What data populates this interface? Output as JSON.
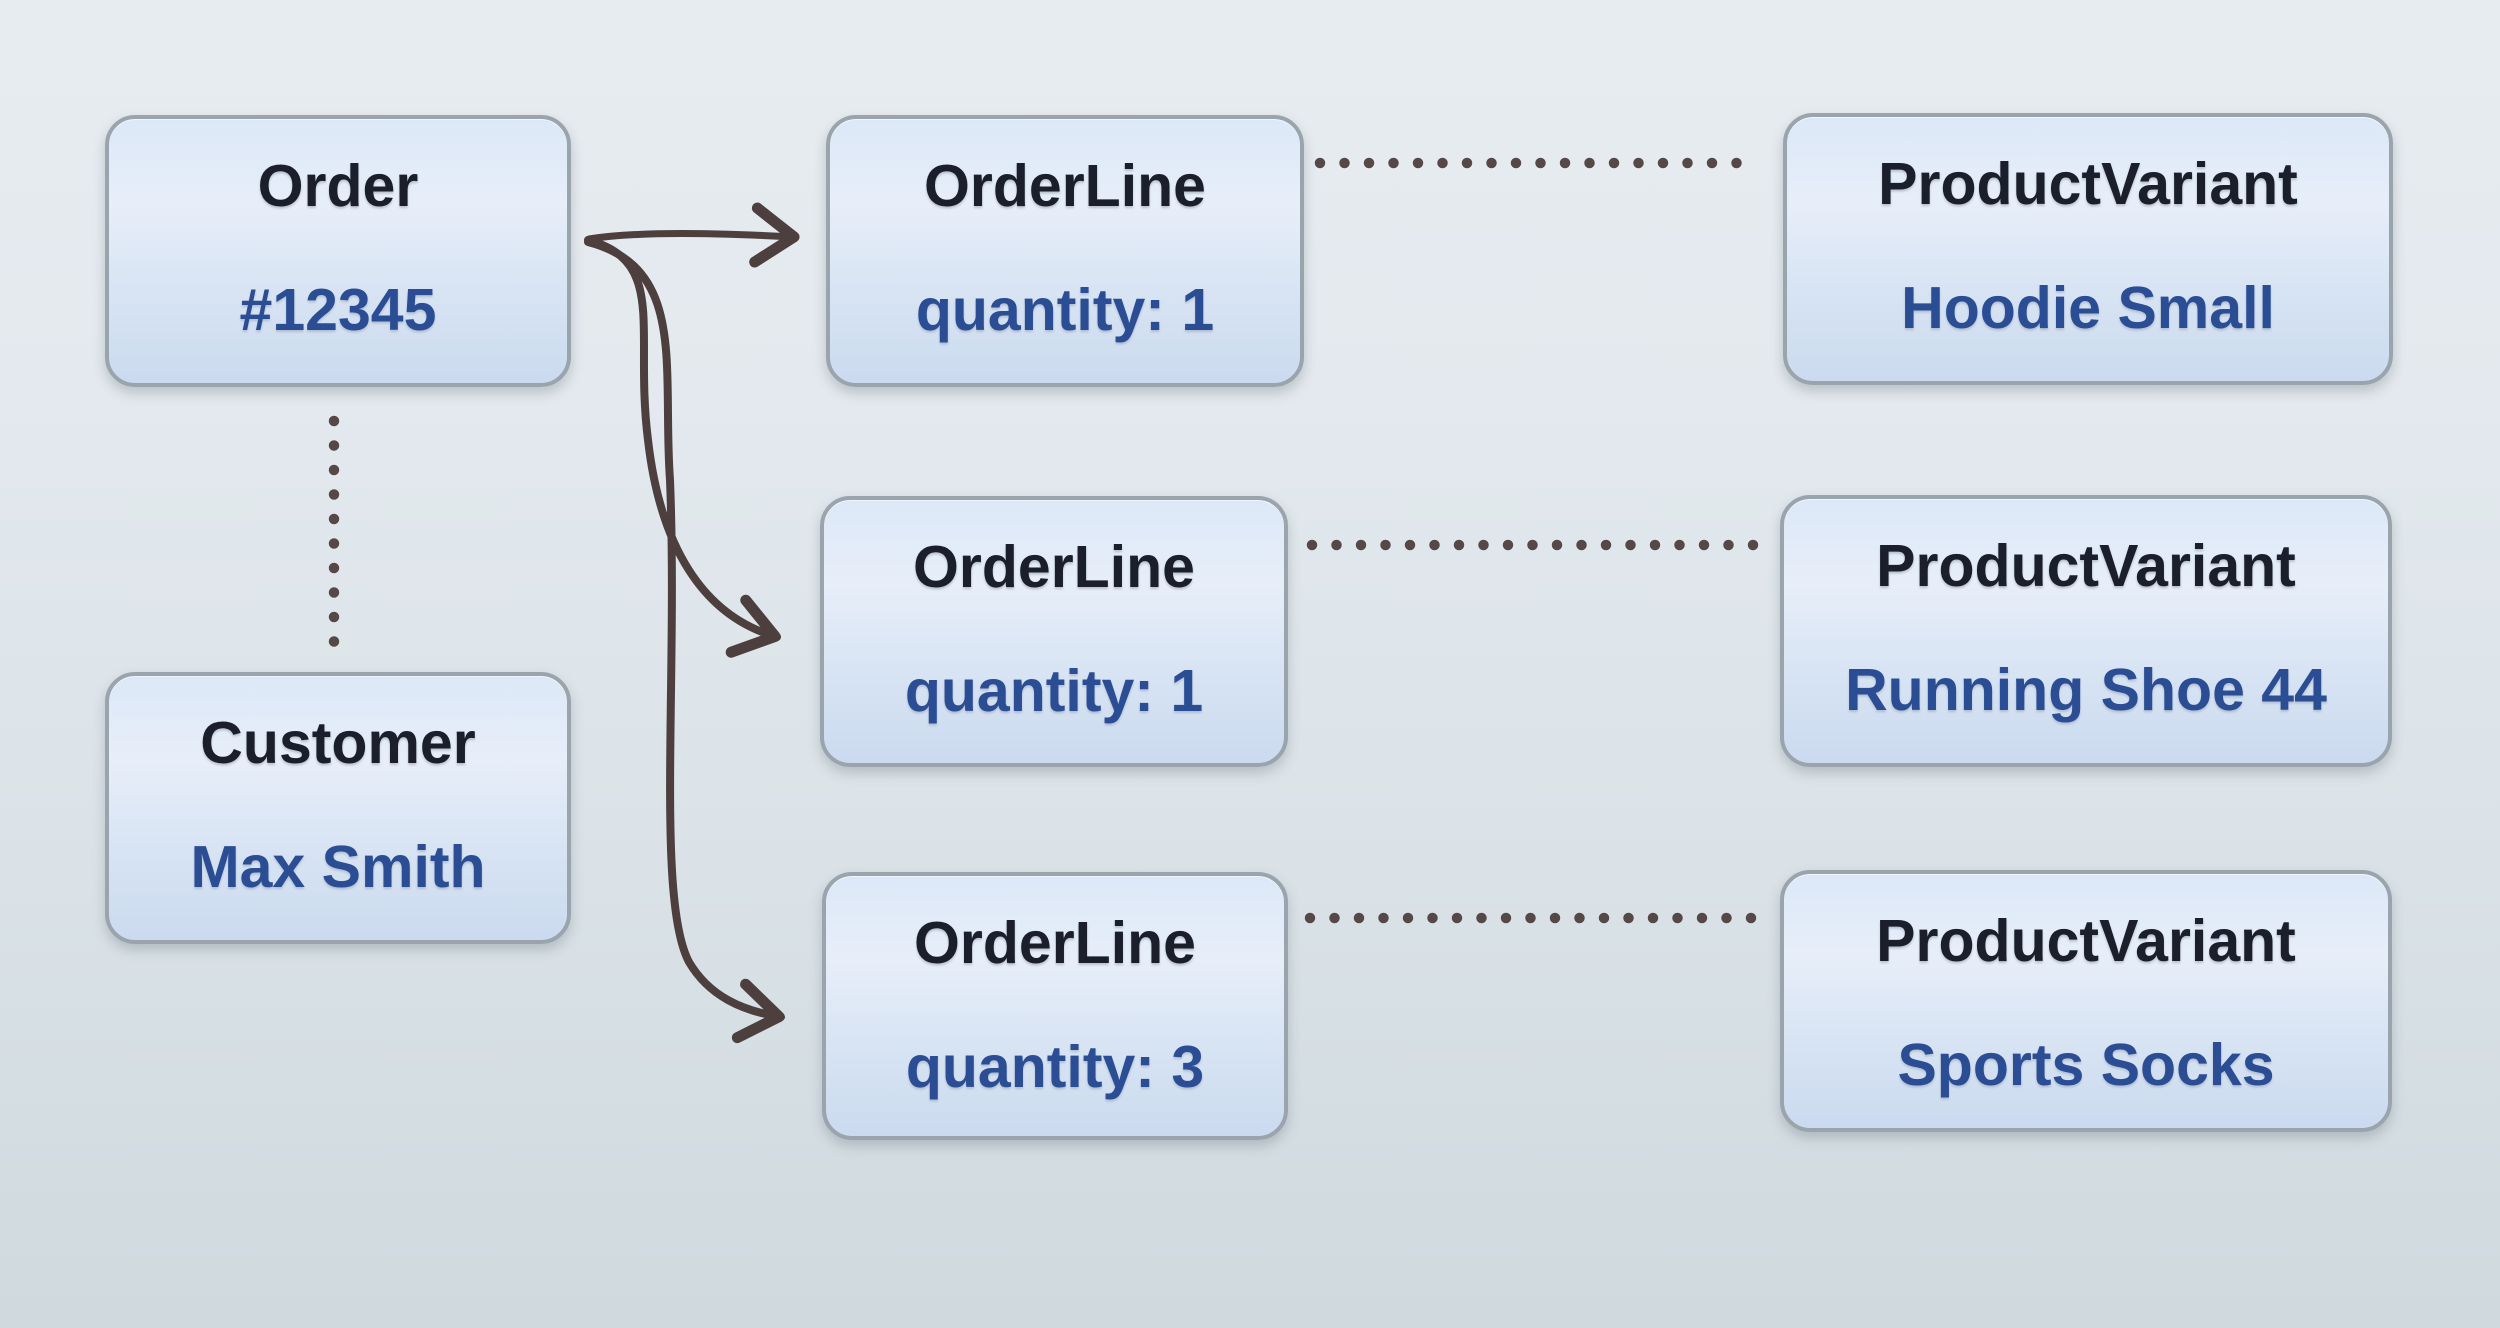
{
  "diagram": {
    "type": "entity-relationship-example",
    "nodes": [
      {
        "id": "order",
        "title": "Order",
        "value": "#12345"
      },
      {
        "id": "customer",
        "title": "Customer",
        "value": "Max Smith"
      },
      {
        "id": "orderline-1",
        "title": "OrderLine",
        "value": "quantity: 1"
      },
      {
        "id": "orderline-2",
        "title": "OrderLine",
        "value": "quantity: 1"
      },
      {
        "id": "orderline-3",
        "title": "OrderLine",
        "value": "quantity: 3"
      },
      {
        "id": "productvariant-1",
        "title": "ProductVariant",
        "value": "Hoodie Small"
      },
      {
        "id": "productvariant-2",
        "title": "ProductVariant",
        "value": "Running Shoe 44"
      },
      {
        "id": "productvariant-3",
        "title": "ProductVariant",
        "value": "Sports Socks"
      }
    ],
    "edges": [
      {
        "from": "order",
        "to": "orderline-1",
        "style": "solid-arrow"
      },
      {
        "from": "order",
        "to": "orderline-2",
        "style": "solid-arrow"
      },
      {
        "from": "order",
        "to": "orderline-3",
        "style": "solid-arrow"
      },
      {
        "from": "order",
        "to": "customer",
        "style": "dotted"
      },
      {
        "from": "orderline-1",
        "to": "productvariant-1",
        "style": "dotted"
      },
      {
        "from": "orderline-2",
        "to": "productvariant-2",
        "style": "dotted"
      },
      {
        "from": "orderline-3",
        "to": "productvariant-3",
        "style": "dotted"
      }
    ],
    "colors": {
      "background_top": "#e7ecf0",
      "background_bottom": "#cfd9de",
      "node_fill_top": "#dce8f8",
      "node_fill_bottom": "#cbdaef",
      "node_border": "#9aa4ac",
      "title_text": "#1a1f2b",
      "value_text": "#2b4d94",
      "arrow": "#4d3f3e",
      "dot": "#574848"
    }
  }
}
